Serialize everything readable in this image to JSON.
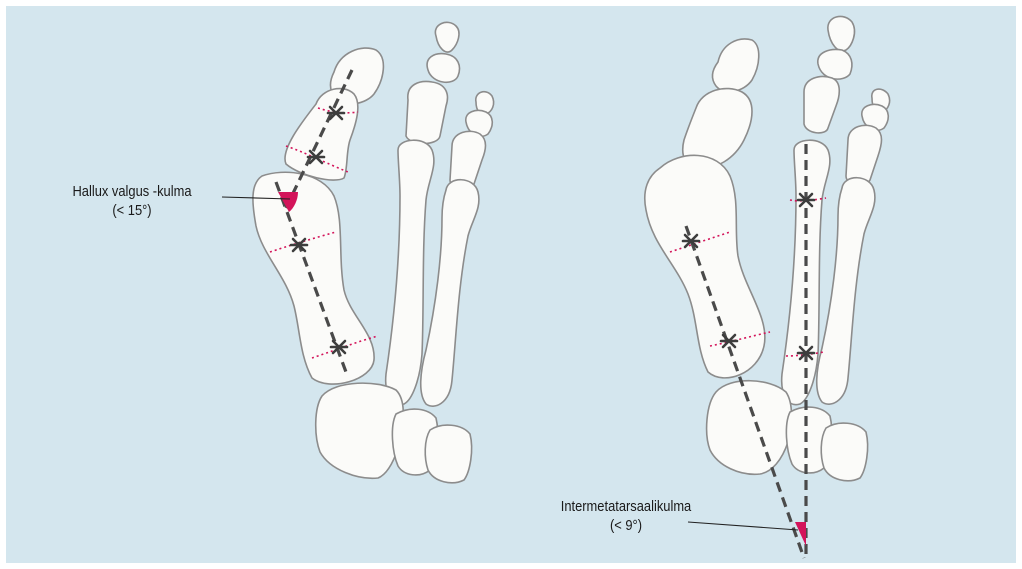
{
  "panel_background": "#d4e6ee",
  "colors": {
    "angle_fill": "#d3145a",
    "axis_line": "#4a4a4a",
    "bone_fill": "#fbfbf9",
    "bone_outline": "#8c8c8c"
  },
  "labels": {
    "hallux_valgus": {
      "name": "Hallux valgus -kulma",
      "limit": "(< 15°)"
    },
    "intermetatarsal": {
      "name": "Intermetatarsaalikulma",
      "limit": "(< 9°)"
    }
  }
}
